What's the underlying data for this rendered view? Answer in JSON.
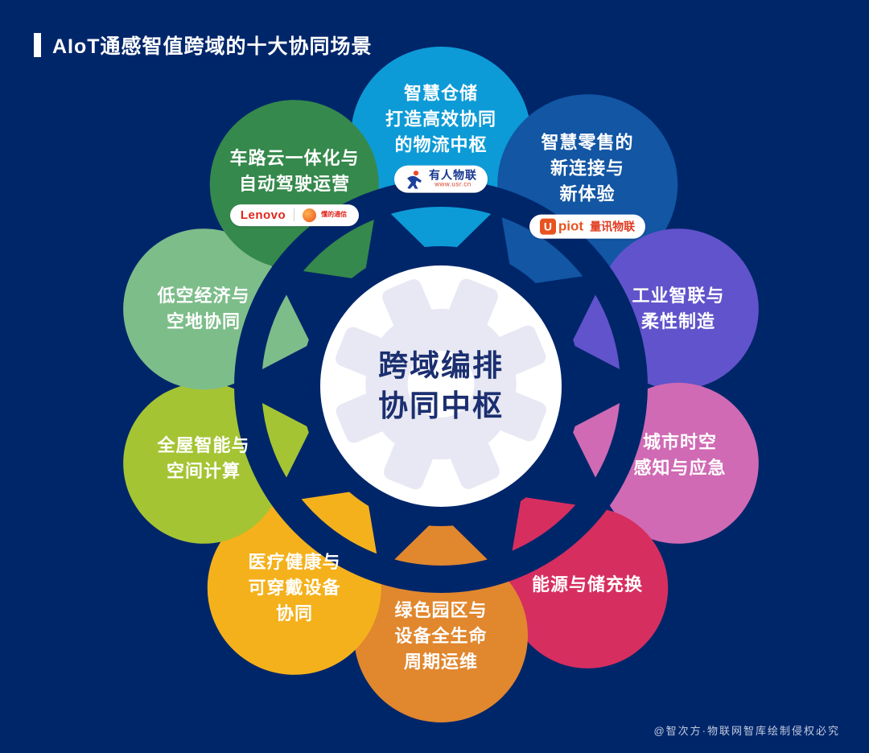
{
  "header": {
    "title": "AIoT通感智值跨域的十大协同场景"
  },
  "hub": {
    "title": "跨域编排\n协同中枢"
  },
  "petals": [
    {
      "id": "smart-warehouse",
      "label": "智慧仓储\n打造高效协同\n的物流中枢",
      "color": "#0d9bd7",
      "angle": -90,
      "r": 112,
      "logo": {
        "name": "有人物联",
        "sub": "www.usr.cn"
      }
    },
    {
      "id": "smart-retail",
      "label": "智慧零售的\n新连接与\n新体验",
      "color": "#1256a4",
      "angle": -54,
      "r": 112,
      "logo": {
        "u": "U",
        "name": "piot",
        "sub": "量讯物联"
      }
    },
    {
      "id": "industrial-intelligence",
      "label": "工业智联与\n柔性制造",
      "color": "#6153cb",
      "angle": -18,
      "r": 100
    },
    {
      "id": "city-spacetime",
      "label": "城市时空\n感知与应急",
      "color": "#d06ab4",
      "angle": 18,
      "r": 100
    },
    {
      "id": "energy-storage",
      "label": "能源与储充换",
      "color": "#d72e60",
      "angle": 54,
      "r": 100
    },
    {
      "id": "green-park",
      "label": "绿色园区与\n设备全生命\n周期运维",
      "color": "#e1872e",
      "angle": 90,
      "r": 108
    },
    {
      "id": "healthcare-wearables",
      "label": "医疗健康与\n可穿戴设备\n协同",
      "color": "#f4b11c",
      "angle": 126,
      "r": 108
    },
    {
      "id": "smart-home",
      "label": "全屋智能与\n空间计算",
      "color": "#a5c433",
      "angle": 162,
      "r": 100
    },
    {
      "id": "low-altitude",
      "label": "低空经济与\n空地协同",
      "color": "#7dbd8a",
      "angle": 198,
      "r": 100
    },
    {
      "id": "vehicle-road-cloud",
      "label": "车路云一体化与\n自动驾驶运营",
      "color": "#35894c",
      "angle": 234,
      "r": 105,
      "logo": {
        "name": "Lenovo",
        "sub": "懂的通信"
      }
    }
  ],
  "footer": {
    "credit": "@智次方·物联网智库绘制侵权必究"
  },
  "colors": {
    "background": "#00266a",
    "hub_fill": "#ffffff",
    "hub_text": "#1b2f70",
    "gear": "#e7e8f3"
  }
}
